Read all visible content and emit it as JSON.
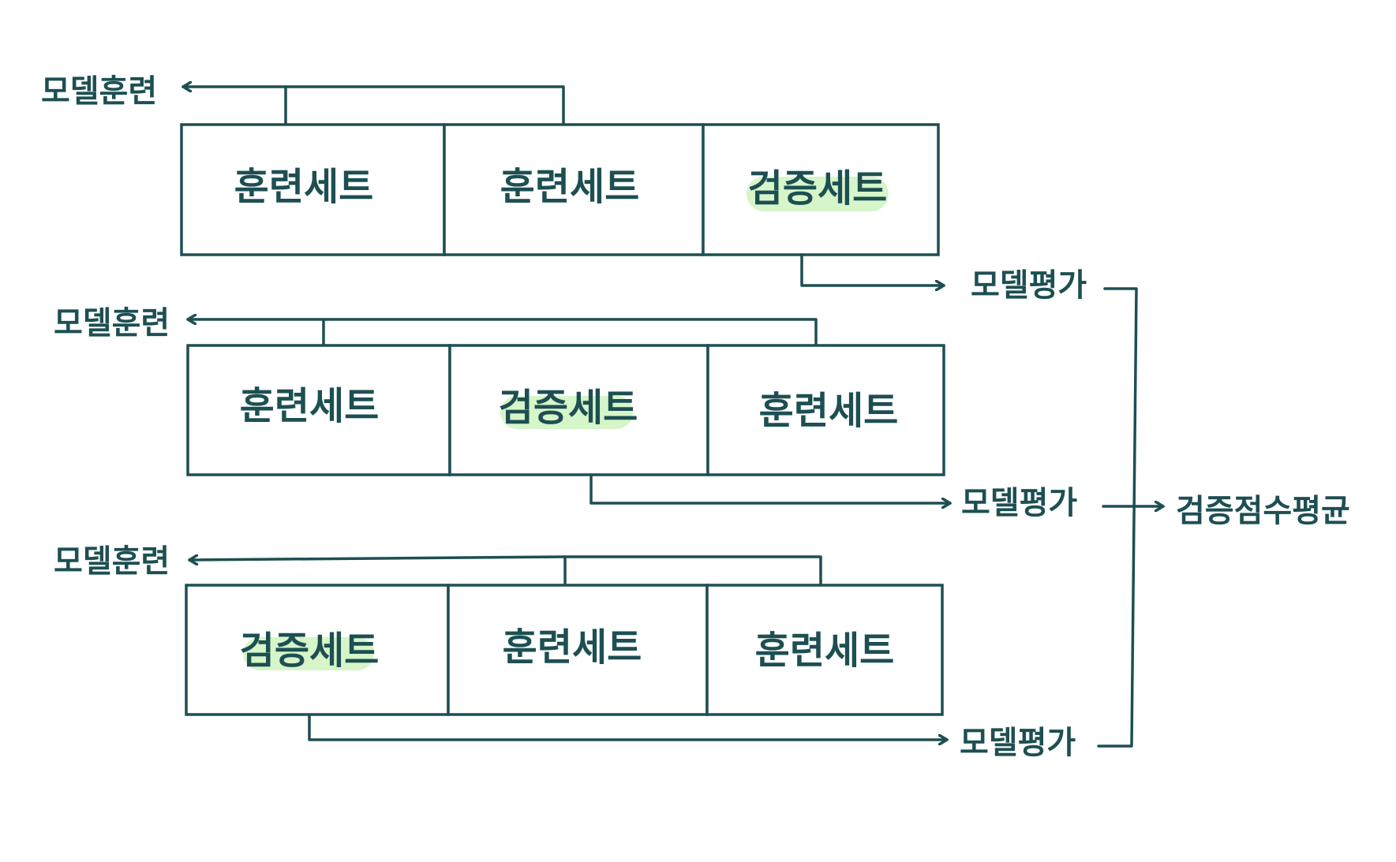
{
  "colors": {
    "ink": "#1d4f52",
    "highlight": "#d6f5c9",
    "background": "#ffffff"
  },
  "folds": [
    {
      "train_label": "모델훈련",
      "eval_label": "모델평가",
      "cells": [
        {
          "label": "훈련세트",
          "role": "train"
        },
        {
          "label": "훈련세트",
          "role": "train"
        },
        {
          "label": "검증세트",
          "role": "validation"
        }
      ]
    },
    {
      "train_label": "모델훈련",
      "eval_label": "모델평가",
      "cells": [
        {
          "label": "훈련세트",
          "role": "train"
        },
        {
          "label": "검증세트",
          "role": "validation"
        },
        {
          "label": "훈련세트",
          "role": "train"
        }
      ]
    },
    {
      "train_label": "모델훈련",
      "eval_label": "모델평가",
      "cells": [
        {
          "label": "검증세트",
          "role": "validation"
        },
        {
          "label": "훈련세트",
          "role": "train"
        },
        {
          "label": "훈련세트",
          "role": "train"
        }
      ]
    }
  ],
  "result_label": "검증점수평균"
}
